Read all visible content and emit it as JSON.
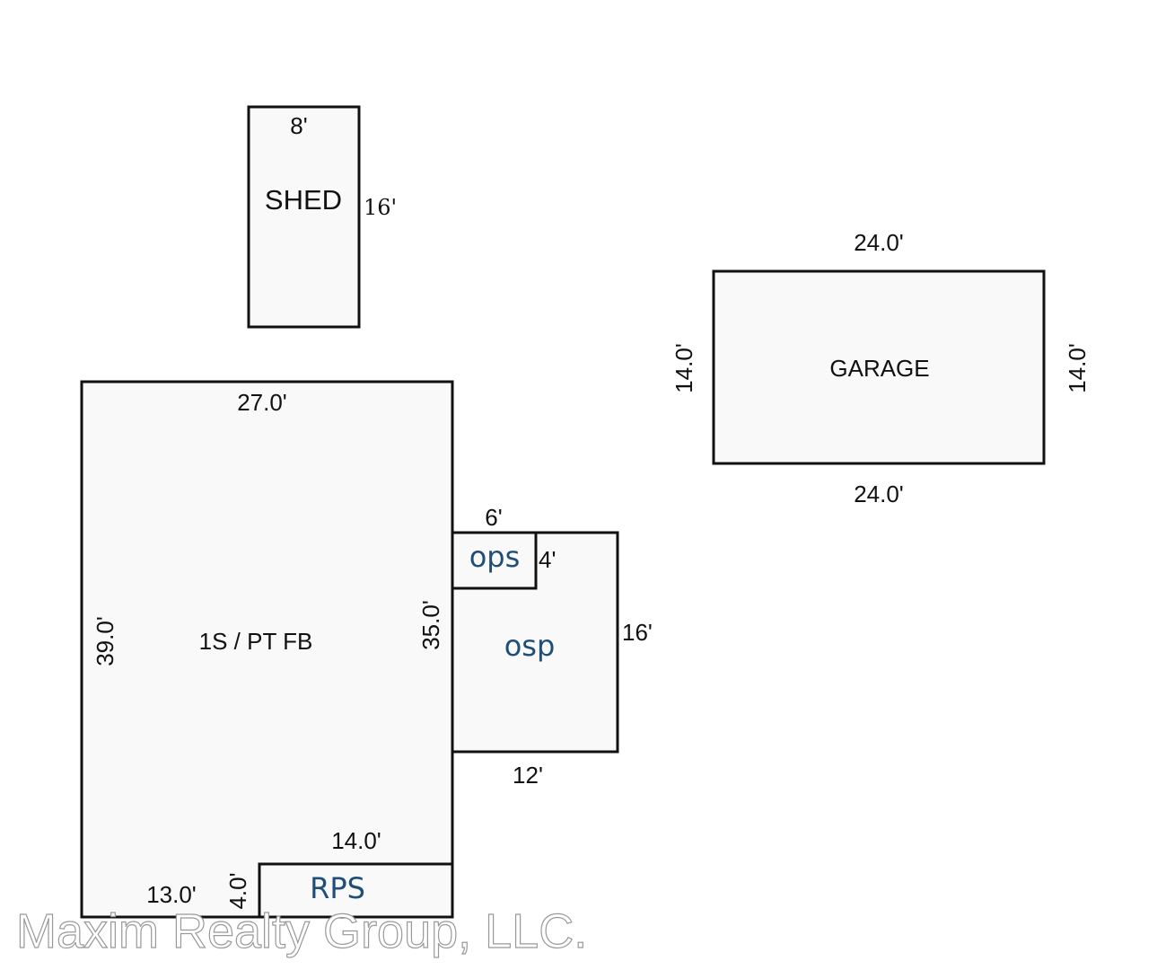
{
  "shed": {
    "name": "SHED",
    "width": "8'",
    "length": "16'"
  },
  "garage": {
    "name": "GARAGE",
    "top": "24.0'",
    "bottom": "24.0'",
    "left": "14.0'",
    "right": "14.0'"
  },
  "house": {
    "name": "1S / PT FB",
    "top": "27.0'",
    "left": "39.0'",
    "right": "35.0'",
    "notch_top": "14.0'",
    "bottom_left": "13.0'",
    "notch_side": "4.0'"
  },
  "rps": {
    "name": "RPS"
  },
  "ops": {
    "name": "ops",
    "width": "6'",
    "depth": "4'"
  },
  "osp": {
    "name": "osp",
    "length": "16'",
    "width": "12'"
  },
  "watermark": "Maxim Realty Group, LLC."
}
